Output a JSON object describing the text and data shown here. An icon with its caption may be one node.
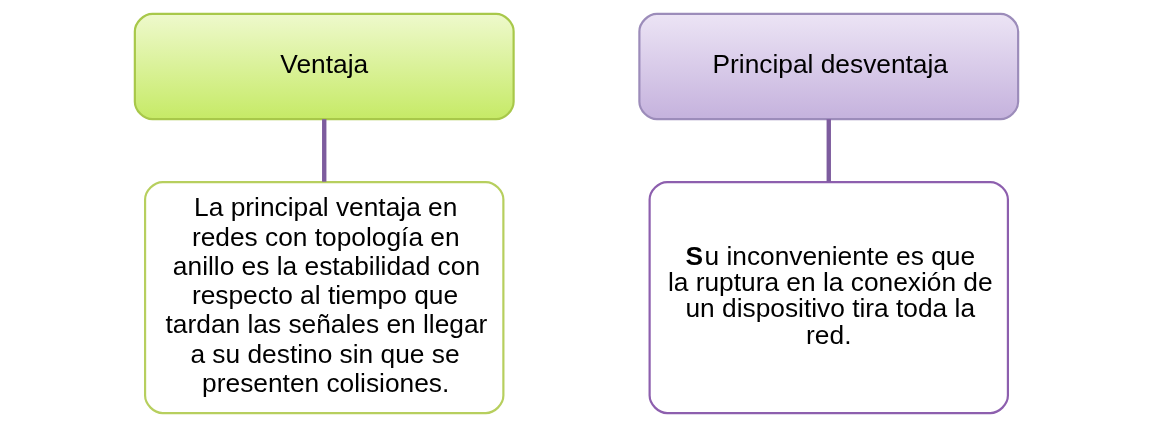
{
  "diagram": {
    "nodes": [
      {
        "text": [
          "Ventaja"
        ]
      },
      {
        "text": [
          "La principal ventaja en redes con topología en anillo es la estabilidad con respecto al tiempo que tardan las señales en llegar a su destino sin que se presenten colisiones."
        ]
      },
      {
        "text": [
          "Principal desventaja"
        ]
      },
      {
        "text": [
          "**S**u inconveniente es que la ruptura en la conexión de un dispositivo tira toda la red."
        ]
      }
    ],
    "edges": [
      {
        "from": 0,
        "to": 1,
        "arrow": "none"
      },
      {
        "from": 2,
        "to": 3,
        "arrow": "none"
      }
    ]
  }
}
